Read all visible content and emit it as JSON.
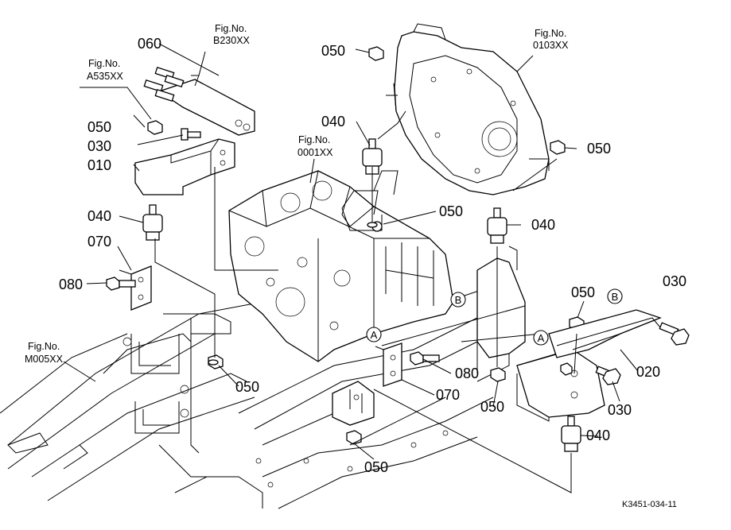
{
  "figure_references": {
    "fig_b230": {
      "line1": "Fig.No.",
      "line2": "B230XX"
    },
    "fig_a535": {
      "line1": "Fig.No.",
      "line2": "A535XX"
    },
    "fig_0103": {
      "line1": "Fig.No.",
      "line2": "0103XX"
    },
    "fig_0001": {
      "line1": "Fig.No.",
      "line2": "0001XX"
    },
    "fig_m005": {
      "line1": "Fig.No.",
      "line2": "M005XX"
    }
  },
  "part_numbers": {
    "p060": "060",
    "p050_top_left": "050",
    "p030_top_left": "030",
    "p010": "010",
    "p040_left": "040",
    "p070_left": "070",
    "p080_left": "080",
    "p050_top_center": "050",
    "p040_top_center": "040",
    "p050_right_housing": "050",
    "p050_center": "050",
    "p040_right": "040",
    "p050_right": "050",
    "p030_right_top": "030",
    "p020": "020",
    "p030_right_bottom": "030",
    "p040_bottom_right": "040",
    "p080_center": "080",
    "p070_center": "070",
    "p050_lower_center": "050",
    "p050_bottom_center": "050",
    "p050_lower_right": "050"
  },
  "callouts": {
    "a_block": "A",
    "b_block": "B",
    "a_bracket": "A",
    "b_bracket": "B"
  },
  "drawing_code": "K3451-034-11"
}
